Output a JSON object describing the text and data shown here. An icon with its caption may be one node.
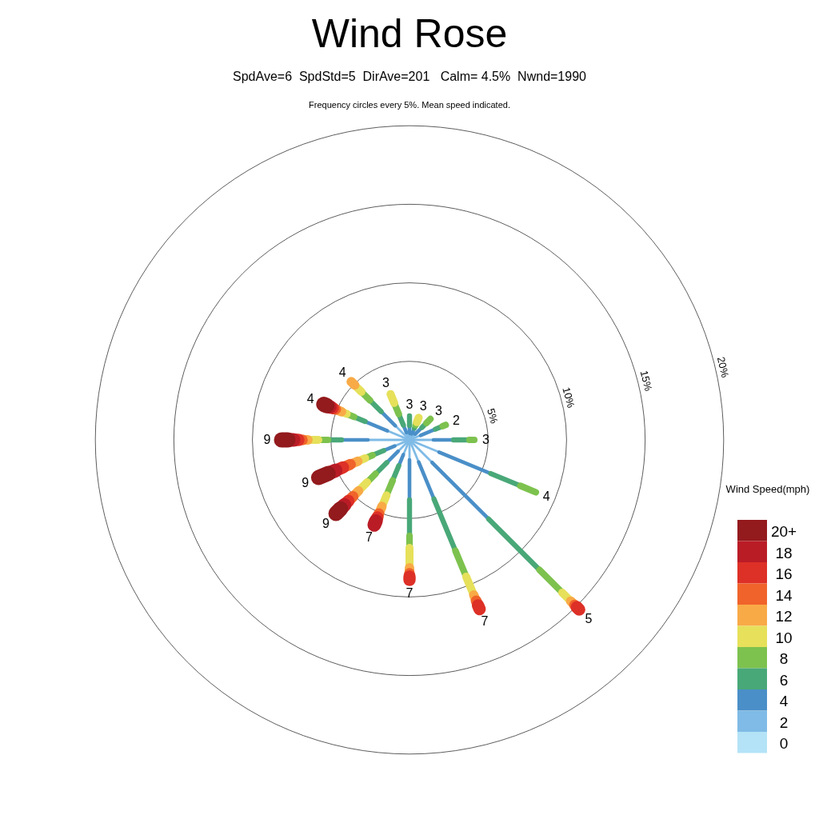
{
  "diagram": {
    "title": "Wind Rose",
    "labels": [
      "SpdAve=6  SpdStd=5  DirAve=201   Calm= 4.5%  Nwnd=1990",
      "Frequency circles every 5%. Mean speed indicated.",
      "5%",
      "10%",
      "15%",
      "20%",
      "3",
      "3",
      "3",
      "2",
      "3",
      "4",
      "5",
      "7",
      "7",
      "7",
      "9",
      "9",
      "9",
      "4",
      "4",
      "3",
      "Wind Speed(mph)"
    ],
    "legend": [
      {
        "text": "20+",
        "color": "#931a1d"
      },
      {
        "text": "18",
        "color": "#ba1c26"
      },
      {
        "text": "16",
        "color": "#dd3027"
      },
      {
        "text": "14",
        "color": "#f0632b"
      },
      {
        "text": "12",
        "color": "#f8aa47"
      },
      {
        "text": "10",
        "color": "#e6e05a"
      },
      {
        "text": "8",
        "color": "#7dc24e"
      },
      {
        "text": "6",
        "color": "#49a878"
      },
      {
        "text": "4",
        "color": "#4a8fc8"
      },
      {
        "text": "2",
        "color": "#7fbbe6"
      },
      {
        "text": "0",
        "color": "#b4e3f7"
      }
    ]
  }
}
